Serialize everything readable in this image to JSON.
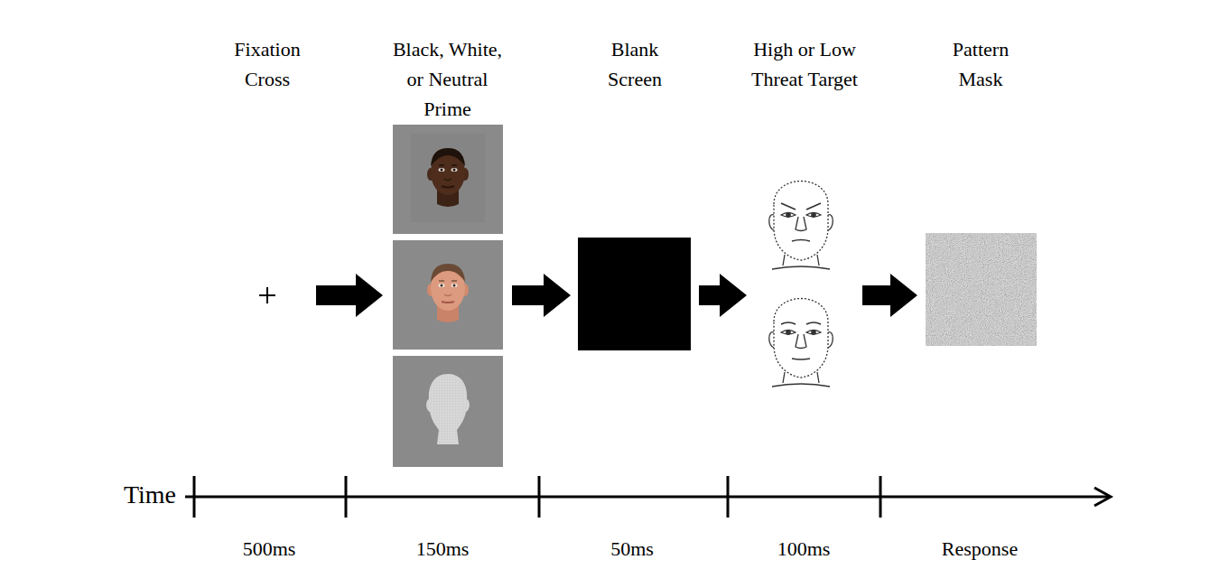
{
  "diagram": {
    "nodes": [
      {
        "text": [
          "Fixation Cross"
        ]
      },
      {
        "text": [
          "Black, White, or Neutral Prime"
        ]
      },
      {
        "text": [
          "Blank Screen"
        ]
      },
      {
        "text": [
          "High or Low Threat Target"
        ]
      },
      {
        "text": [
          "Pattern Mask"
        ]
      }
    ],
    "edges": [
      {
        "from": 0,
        "to": 1,
        "arrow": "to"
      },
      {
        "from": 1,
        "to": 2,
        "arrow": "to"
      },
      {
        "from": 2,
        "to": 3,
        "arrow": "to"
      },
      {
        "from": 3,
        "to": 4,
        "arrow": "to"
      }
    ],
    "labels": [
      "Time",
      "500ms",
      "150ms",
      "50ms",
      "100ms",
      "Response"
    ]
  }
}
